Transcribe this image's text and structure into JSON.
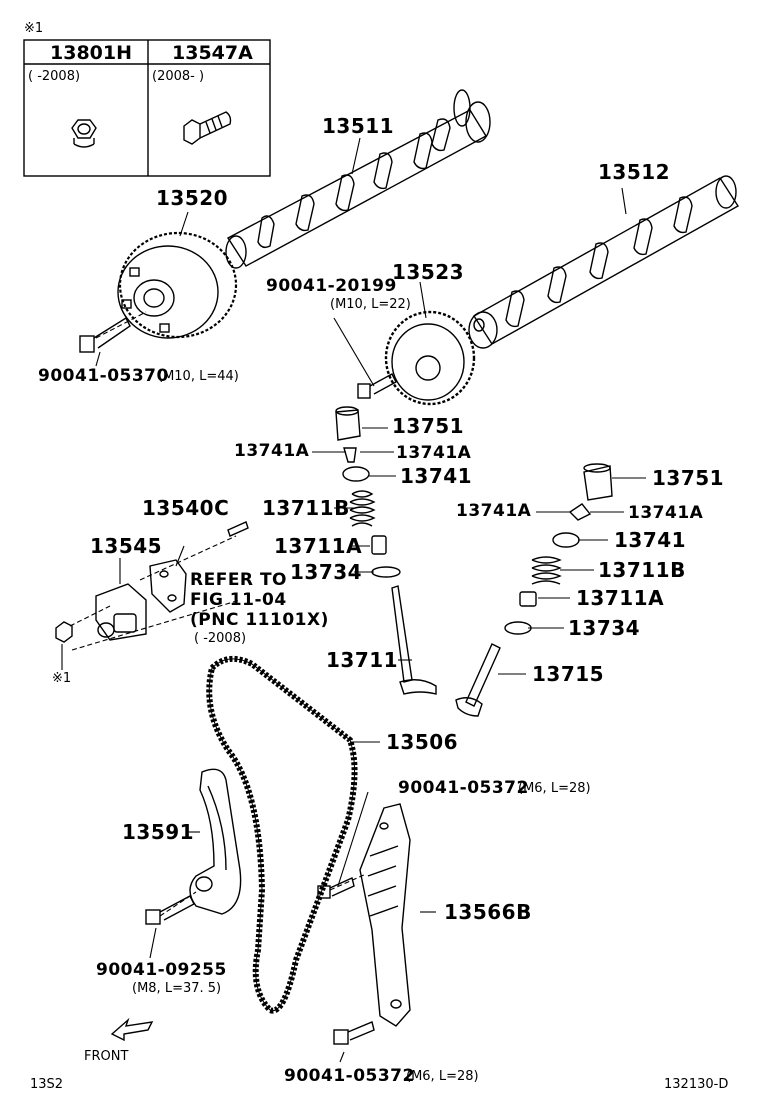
{
  "note_marker": "※1",
  "note_table": {
    "col1": {
      "part": "13801H",
      "range": "(      -2008)"
    },
    "col2": {
      "part": "13547A",
      "range": "(2008-      )"
    }
  },
  "labels": {
    "p13511": "13511",
    "p13512": "13512",
    "p13520": "13520",
    "p13523": "13523",
    "p90041_20199": "90041-20199",
    "p90041_20199_spec": "(M10, L=22)",
    "p90041_05370": "90041-05370",
    "p90041_05370_spec": "(M10, L=44)",
    "p13751_a": "13751",
    "p13741A_a1": "13741A",
    "p13741A_a2": "13741A",
    "p13741_a": "13741",
    "p13711B_a": "13711B",
    "p13711A_a": "13711A",
    "p13734_a": "13734",
    "p13711": "13711",
    "p13540C": "13540C",
    "p13545": "13545",
    "refer1": "REFER TO",
    "refer2": "FIG 11-04",
    "refer3": "(PNC 11101X)",
    "refer4": "(      -2008)",
    "mark1": "※1",
    "p13751_b": "13751",
    "p13741A_b1": "13741A",
    "p13741A_b2": "13741A",
    "p13741_b": "13741",
    "p13711B_b": "13711B",
    "p13711A_b": "13711A",
    "p13734_b": "13734",
    "p13715": "13715",
    "p13506": "13506",
    "p90041_05372_a": "90041-05372",
    "p90041_05372_a_spec": "(M6, L=28)",
    "p13591": "13591",
    "p13566B": "13566B",
    "p90041_09255": "90041-09255",
    "p90041_09255_spec": "(M8, L=37. 5)",
    "front": "FRONT",
    "p90041_05372_b": "90041-05372",
    "p90041_05372_b_spec": "(M6, L=28)",
    "code_left": "13S2",
    "code_right": "132130-D"
  }
}
